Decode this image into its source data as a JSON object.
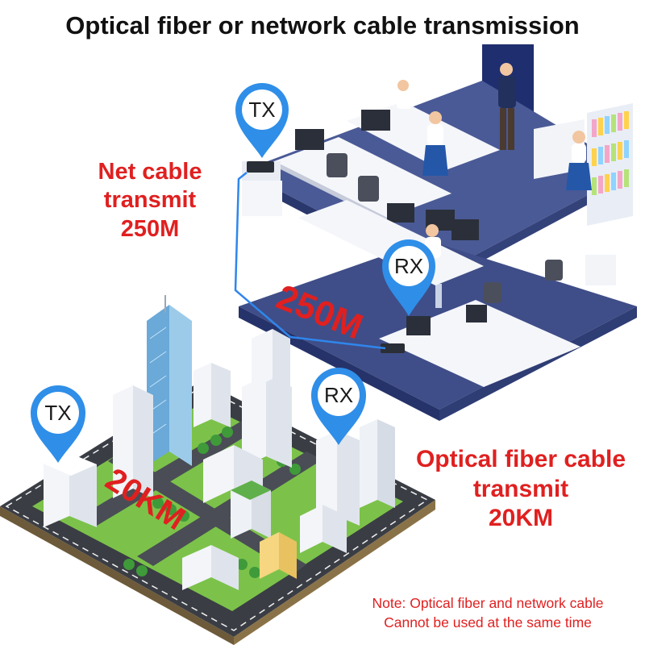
{
  "title": "Optical fiber or network cable transmission",
  "net_cable_caption": [
    "Net cable",
    "transmit",
    "250M"
  ],
  "fiber_caption": [
    "Optical fiber cable",
    "transmit",
    "20KM"
  ],
  "note_lines": [
    "Note: Optical fiber and network cable",
    "Cannot be used at the same time"
  ],
  "pins": {
    "office_tx": "TX",
    "office_rx": "RX",
    "city_tx": "TX",
    "city_rx": "RX"
  },
  "distances": {
    "office": "250M",
    "city": "20KM"
  },
  "colors": {
    "accent_red": "#e02020",
    "pin_blue": "#2f8ee8",
    "floor_navy": "#3b4a80",
    "cable_blue": "#2f86ec"
  }
}
